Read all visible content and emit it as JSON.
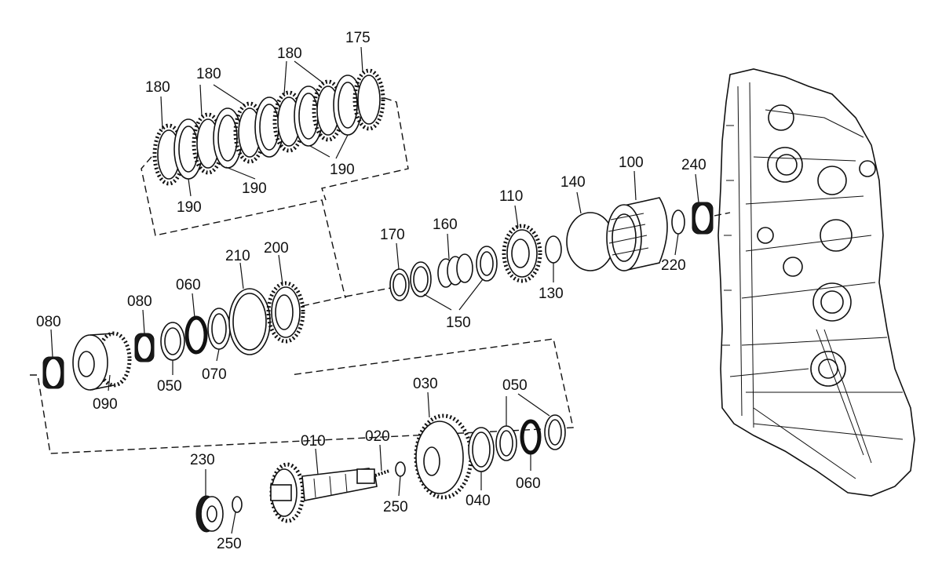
{
  "diagram": {
    "labels": {
      "p175": "175",
      "p180a": "180",
      "p180b": "180",
      "p180c": "180",
      "p190a": "190",
      "p190b": "190",
      "p190c": "190",
      "p210": "210",
      "p200": "200",
      "p060a": "060",
      "p080a": "080",
      "p080b": "080",
      "p090": "090",
      "p050a": "050",
      "p070": "070",
      "p170": "170",
      "p160": "160",
      "p150": "150",
      "p110": "110",
      "p130": "130",
      "p140": "140",
      "p100": "100",
      "p240": "240",
      "p220": "220",
      "p030": "030",
      "p050b": "050",
      "p040": "040",
      "p060b": "060",
      "p010": "010",
      "p020": "020",
      "p250a": "250",
      "p230": "230",
      "p250b": "250"
    }
  }
}
